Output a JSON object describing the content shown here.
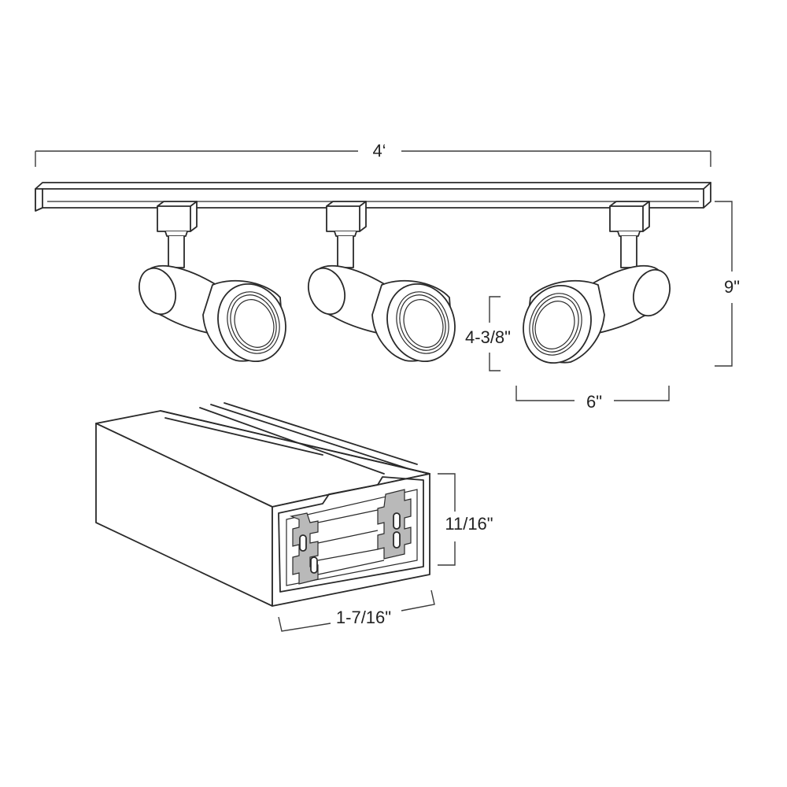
{
  "dimensions": {
    "track_length": "4‘",
    "fixture_height": "9\"",
    "head_diameter": "4-3/8\"",
    "head_length": "6\"",
    "track_height": "11/16\"",
    "track_width": "1-7/16\""
  },
  "colors": {
    "line": "#2a2a2a",
    "conductor_fill": "#b9b9b9",
    "background": "#ffffff"
  }
}
